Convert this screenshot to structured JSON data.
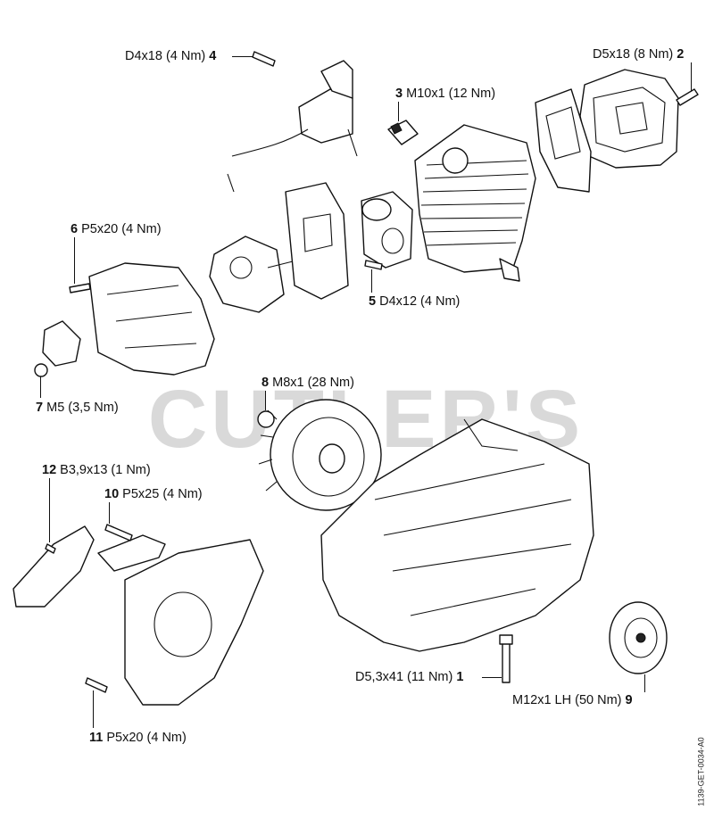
{
  "watermark": "CUTLER'S",
  "doc_code": "1139-GET-0034-A0",
  "callouts": [
    {
      "id": "c1",
      "num": "1",
      "spec": "D5,3x41 (11 Nm)"
    },
    {
      "id": "c2",
      "num": "2",
      "spec": "D5x18 (8 Nm)"
    },
    {
      "id": "c3",
      "num": "3",
      "spec": "M10x1 (12 Nm)"
    },
    {
      "id": "c4",
      "num": "4",
      "spec": "D4x18 (4 Nm)"
    },
    {
      "id": "c5",
      "num": "5",
      "spec": "D4x12 (4 Nm)"
    },
    {
      "id": "c6",
      "num": "6",
      "spec": "P5x20 (4 Nm)"
    },
    {
      "id": "c7",
      "num": "7",
      "spec": "M5 (3,5 Nm)"
    },
    {
      "id": "c8",
      "num": "8",
      "spec": "M8x1 (28 Nm)"
    },
    {
      "id": "c9",
      "num": "9",
      "spec": "M12x1 LH (50 Nm)"
    },
    {
      "id": "c10",
      "num": "10",
      "spec": "P5x25 (4 Nm)"
    },
    {
      "id": "c11",
      "num": "11",
      "spec": "P5x20 (4 Nm)"
    },
    {
      "id": "c12",
      "num": "12",
      "spec": "B3,9x13 (1 Nm)"
    }
  ]
}
